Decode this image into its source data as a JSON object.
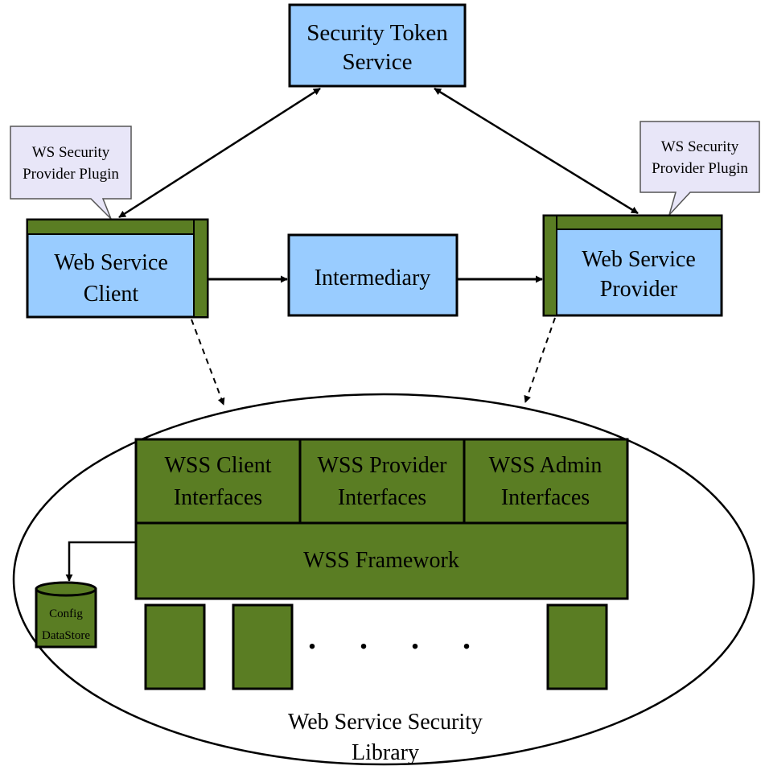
{
  "colors": {
    "blue_box": "#99ccff",
    "green_box": "#5a7d23",
    "plugin_box": "#e8e6f8",
    "line": "#000000"
  },
  "sts": {
    "line1": "Security Token",
    "line2": "Service"
  },
  "plugin_left": {
    "line1": "WS Security",
    "line2": "Provider Plugin"
  },
  "plugin_right": {
    "line1": "WS Security",
    "line2": "Provider Plugin"
  },
  "client": {
    "line1": "Web Service",
    "line2": "Client"
  },
  "intermediary": {
    "label": "Intermediary"
  },
  "provider": {
    "line1": "Web Service",
    "line2": "Provider"
  },
  "wss_client": {
    "line1": "WSS Client",
    "line2": "Interfaces"
  },
  "wss_provider": {
    "line1": "WSS Provider",
    "line2": "Interfaces"
  },
  "wss_admin": {
    "line1": "WSS Admin",
    "line2": "Interfaces"
  },
  "framework": {
    "label": "WSS Framework"
  },
  "datastore": {
    "line1": "Config",
    "line2": "DataStore"
  },
  "library": {
    "line1": "Web Service Security",
    "line2": "Library"
  },
  "ellipsis": "...."
}
